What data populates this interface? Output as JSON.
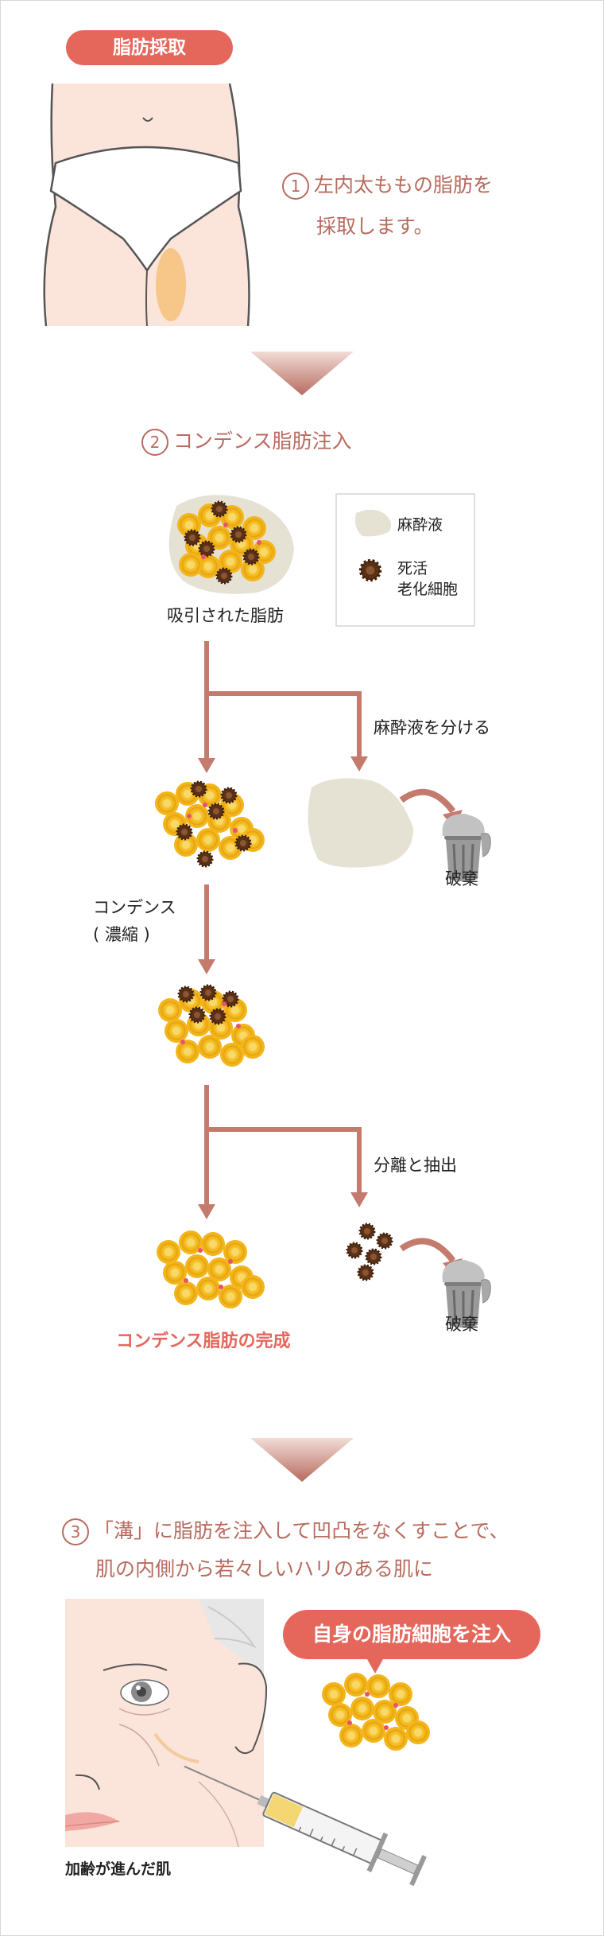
{
  "pills": {
    "harvest": "脂肪採取",
    "inject": "自身の脂肪細胞を注入"
  },
  "step1": {
    "num": "1",
    "line1": "左内太ももの脂肪を",
    "line2": "採取します。"
  },
  "step2": {
    "num": "2",
    "text": "コンデンス脂肪注入"
  },
  "legend": {
    "anesthetic": "麻酔液",
    "dead_line1": "死活",
    "dead_line2": "老化細胞"
  },
  "labels": {
    "suctioned": "吸引された脂肪",
    "separate_anesthetic": "麻酔液を分ける",
    "discard1": "破棄",
    "condense_line1": "コンデンス",
    "condense_line2": "( 濃縮 )",
    "separate_extract": "分離と抽出",
    "discard2": "破棄",
    "complete": "コンデンス脂肪の完成",
    "aged_skin": "加齢が進んだ肌"
  },
  "step3": {
    "num": "3",
    "line1": "「溝」に脂肪を注入して凹凸をなくすことで、",
    "line2": "肌の内側から若々しいハリのある肌に"
  },
  "colors": {
    "accent": "#e5675c",
    "arrow": "#c47b6e",
    "fat": "#f3c31b",
    "skin": "#fbe4da",
    "anesthetic": "#e5e2d4",
    "dead_cell": "#6b3b1f"
  }
}
